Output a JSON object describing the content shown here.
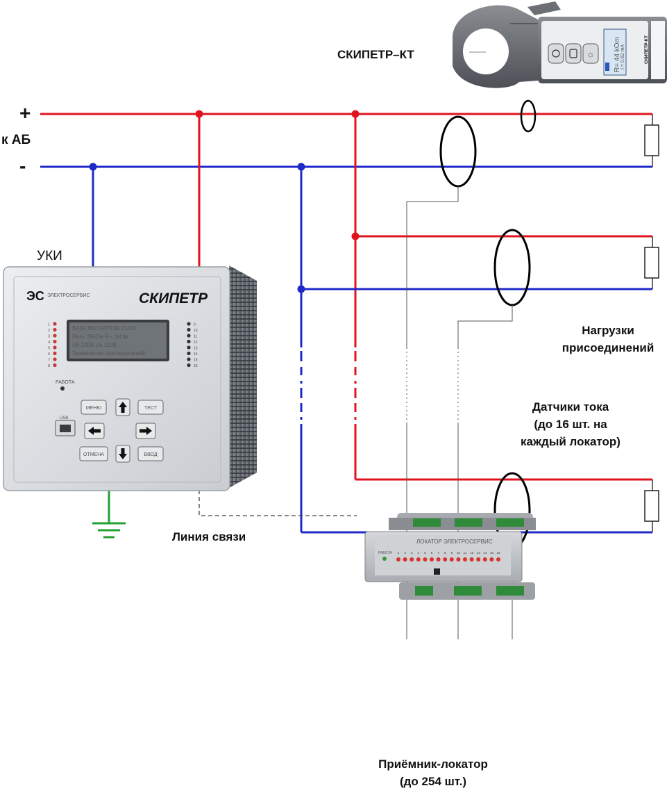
{
  "colors": {
    "positive": "#e0141e",
    "negative": "#1f28c8",
    "ground": "#22a030",
    "signal": "#555555"
  },
  "labels": {
    "plus": "+",
    "minus": "-",
    "battery": "к АБ",
    "uki": "УКИ",
    "clamp_meter": "СКИПЕТР–КТ",
    "loads_line1": "Нагрузки",
    "loads_line2": "присоединений",
    "sensors_line1": "Датчики тока",
    "sensors_line2": "(до 16 шт. на",
    "sensors_line3": "каждый локатор)",
    "comm_line": "Линия связи",
    "receiver_line1": "Приёмник-локатор",
    "receiver_line2": "(до 254 шт.)"
  },
  "uki_device": {
    "brand": "ЭЛЕКТРОСЕРВИС",
    "model": "СКИПЕТР",
    "lcd_lines": [
      "ВАЗА ВЫТАПТОШ 21/24",
      "Rиз+ 39кОм  R-- 1кОм",
      "Uб  220В   Uа  110В",
      "Заземление присоединений"
    ],
    "led_left": [
      "1",
      "2",
      "3",
      "4",
      "5",
      "6",
      "7",
      "8"
    ],
    "led_right": [
      "9",
      "10",
      "11",
      "12",
      "13",
      "14",
      "15",
      "16"
    ],
    "status_label": "РАБОТА",
    "usb_label": "USB",
    "buttons": {
      "menu": "МЕНЮ",
      "test": "ТЕСТ",
      "cancel": "ОТМЕНА",
      "enter": "ВВОД"
    }
  },
  "clamp_device": {
    "display_line1": "R= 44 kOm",
    "display_line2": "I = 0.62 mA",
    "side_label": "СКИПЕТР-КТ"
  },
  "locator_device": {
    "title": "ЛОКАТОР  ЭЛЕКТРОСЕРВИС",
    "status_label": "РАБОТА",
    "channels": [
      "1",
      "2",
      "3",
      "4",
      "5",
      "6",
      "7",
      "8",
      "9",
      "10",
      "11",
      "12",
      "13",
      "14",
      "15",
      "16"
    ]
  }
}
